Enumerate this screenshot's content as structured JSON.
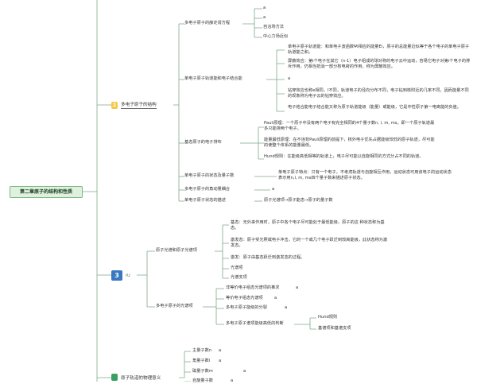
{
  "root": "第二章原子的结构和性质",
  "branch1": {
    "label": "多电子原子的结构",
    "badge": "2",
    "items": {
      "a": "多电子原子的薛定谔方程",
      "a_children": [
        "a",
        "a",
        "自洽场方法",
        "中心力场近似"
      ],
      "b": "单电子原子轨道能和电子结合能",
      "b_children": [
        "单电子原子轨道能：和单电子波函数Ψi相应的能量Ei，原子的总能量近似等于各个电子的单电子原子轨道能之和。",
        "屏蔽效应：第i个电子在其它（n-1）电子组成的球对称的电子云中运动，容易它电子对第i个电子的排斥作用，仍相当抵消一部分核电荷的作用，称为屏蔽效应。",
        "a",
        "钻穿效应也称e相同，l不同，轨道电子的径向分布不同，电子钻到核附近的几率不同，因而能量不同的现象称为电子云的钻穿效应。",
        "电子结合能电子结合能又称为原子轨道能级（能量）或能级，它是中性原子第一电离能的负值。"
      ],
      "c": "基态原子的电子排布",
      "c_children": [
        "Pauli原理：一个原子中没有两个电子有完全相同的4个量子数n, l, m, ms。即一个原子轨道最多只能排两个电子。",
        "能量最低原理：在不违背Pauli原理的前提下，核外电子优先占据能级较低的原子轨道，尽可能的使整个体系的能量最低。",
        "Hund规则：在能级高低相等的轨道上，电子尽可能以自旋相同的方式分占不同的轨道。"
      ],
      "d": "单电子原子的状态及量子数",
      "d_child": "单电子原子特点：只有一个电子，不考虑轨道与自旋相互作用，运动状态可用该电子的运动状态表示用n,l, m, ms四个量子数来描述原子状态。",
      "e": "多电子原子的角动量耦合",
      "e_child": "a",
      "f": "单电子原子状态的描述",
      "f_child": "原子光谱项→原子能态→原子的量子数"
    }
  },
  "branch2": {
    "label": "3",
    "sublabel": "rU",
    "items": {
      "a": "原子光谱和原子光谱项",
      "a_children": [
        "基态：无外来作用时，原子中各个电子尽可能处于最低能级，原子的这 种状态称为基态。",
        "激发态：原子受光照或电子冲击，它的一个或几个电子跃迁到较高能级，此状态称为激发态。",
        "激发：原子由基态跃迁到激发态的过程。",
        "光谱项",
        "光谱支项"
      ],
      "b": "多电子原子的光谱项",
      "b_children": [
        "非等价电子组态光谱项的推求",
        "等价电子组态光谱项",
        "多电子原子能级的分裂",
        "多电子原子谱项能级高低的判断"
      ],
      "b_child_letters": [
        "a",
        "a",
        "a"
      ],
      "b_grand": [
        "Hund规则",
        "基谱项和基谱支项"
      ]
    }
  },
  "branch3": {
    "label": "原子轨道的物理意义",
    "items": [
      "主量子数n",
      "角量子数l",
      "磁量子数m",
      "自旋量子数"
    ],
    "letters": [
      "a",
      "a",
      "a",
      "a"
    ]
  },
  "colors": {
    "root_bg": "#dff0e0",
    "branch1_badge": "#f3c94a",
    "branch2_badge": "#3a78c2",
    "branch3_badge": "#3aa062",
    "line": "#7fa98a"
  }
}
